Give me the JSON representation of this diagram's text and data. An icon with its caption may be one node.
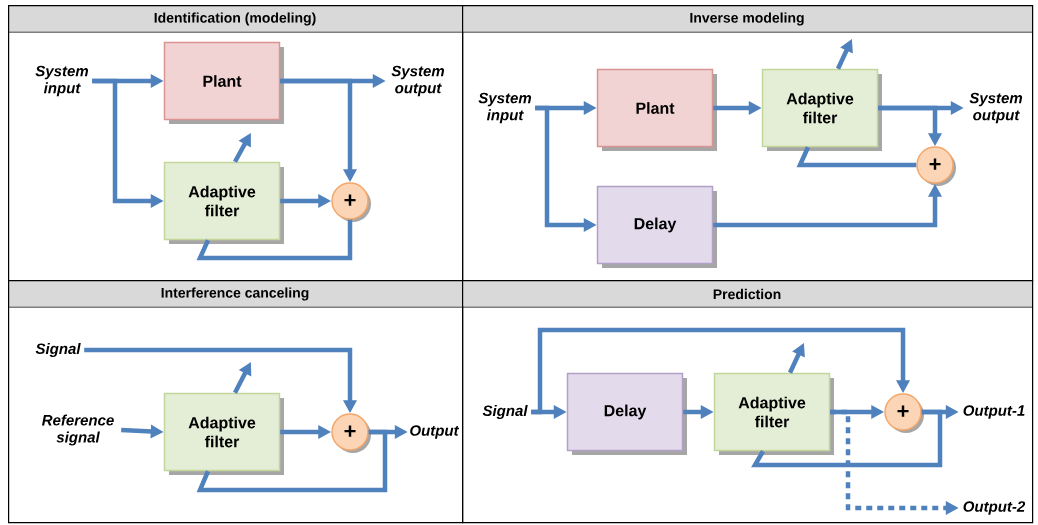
{
  "diagram": {
    "nodes": [
      {
        "text": [
          "Identification (modeling)"
        ]
      },
      {
        "text": [
          "System input"
        ],
        "in": 0
      },
      {
        "text": [
          "Plant"
        ],
        "in": 0
      },
      {
        "text": [
          "Adaptive filter"
        ],
        "in": 0
      },
      {
        "text": [
          "+"
        ],
        "in": 0
      },
      {
        "text": [
          "System output"
        ],
        "in": 0
      },
      {
        "text": [
          "Inverse modeling"
        ]
      },
      {
        "text": [
          "System input"
        ],
        "in": 6
      },
      {
        "text": [
          "Plant"
        ],
        "in": 6
      },
      {
        "text": [
          "Adaptive filter"
        ],
        "in": 6
      },
      {
        "text": [
          "Delay"
        ],
        "in": 6
      },
      {
        "text": [
          "+"
        ],
        "in": 6
      },
      {
        "text": [
          "System output"
        ],
        "in": 6
      },
      {
        "text": [
          "Interference canceling"
        ]
      },
      {
        "text": [
          "Signal"
        ],
        "in": 13
      },
      {
        "text": [
          "Reference signal"
        ],
        "in": 13
      },
      {
        "text": [
          "Adaptive filter"
        ],
        "in": 13
      },
      {
        "text": [
          "+"
        ],
        "in": 13
      },
      {
        "text": [
          "Output"
        ],
        "in": 13
      },
      {
        "text": [
          "Prediction"
        ]
      },
      {
        "text": [
          "Signal"
        ],
        "in": 19
      },
      {
        "text": [
          "Delay"
        ],
        "in": 19
      },
      {
        "text": [
          "Adaptive filter"
        ],
        "in": 19
      },
      {
        "text": [
          "+"
        ],
        "in": 19
      },
      {
        "text": [
          "Output-1"
        ],
        "in": 19
      },
      {
        "text": [
          "Output-2"
        ],
        "in": 19
      }
    ],
    "edges": [
      {
        "from": 1,
        "to": 2,
        "arrow": "to"
      },
      {
        "from": 1,
        "to": 3,
        "arrow": "to"
      },
      {
        "from": 2,
        "to": 5,
        "arrow": "to"
      },
      {
        "from": 2,
        "to": 4,
        "arrow": "to"
      },
      {
        "from": 3,
        "to": 4,
        "arrow": "to"
      },
      {
        "from": 4,
        "to": 3,
        "arrow": "none"
      },
      {
        "from": 3,
        "to": null,
        "arrow": "to"
      },
      {
        "from": 7,
        "to": 8,
        "arrow": "to"
      },
      {
        "from": 7,
        "to": 10,
        "arrow": "to"
      },
      {
        "from": 8,
        "to": 9,
        "arrow": "to"
      },
      {
        "from": 9,
        "to": 12,
        "arrow": "to"
      },
      {
        "from": 9,
        "to": 11,
        "arrow": "to"
      },
      {
        "from": 10,
        "to": 11,
        "arrow": "to"
      },
      {
        "from": 11,
        "to": 9,
        "arrow": "none"
      },
      {
        "from": 9,
        "to": null,
        "arrow": "to"
      },
      {
        "from": 14,
        "to": 17,
        "arrow": "to"
      },
      {
        "from": 15,
        "to": 16,
        "arrow": "to"
      },
      {
        "from": 16,
        "to": 17,
        "arrow": "to"
      },
      {
        "from": 17,
        "to": 18,
        "arrow": "to"
      },
      {
        "from": 17,
        "to": 16,
        "arrow": "none"
      },
      {
        "from": 16,
        "to": null,
        "arrow": "to"
      },
      {
        "from": 20,
        "to": 21,
        "arrow": "to"
      },
      {
        "from": 20,
        "to": 23,
        "arrow": "to"
      },
      {
        "from": 21,
        "to": 22,
        "arrow": "to"
      },
      {
        "from": 22,
        "to": 23,
        "arrow": "to"
      },
      {
        "from": 23,
        "to": 24,
        "arrow": "to"
      },
      {
        "from": 23,
        "to": 22,
        "arrow": "none"
      },
      {
        "from": 22,
        "to": 25,
        "arrow": "to",
        "style": "dashed"
      },
      {
        "from": 22,
        "to": null,
        "arrow": "to"
      }
    ]
  }
}
